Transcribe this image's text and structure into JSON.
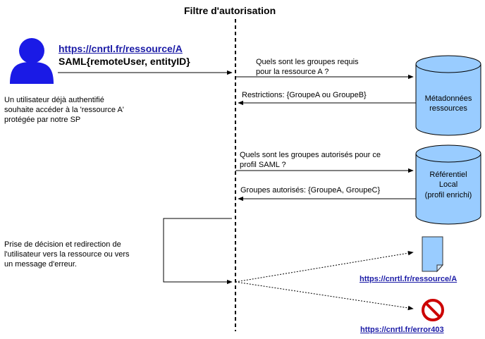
{
  "header": {
    "title": "Filtre d'autorisation"
  },
  "user": {
    "url": "https://cnrtl.fr/ressource/A",
    "saml": "SAML{remoteUser, entityID}",
    "description": [
      "Un utilisateur déjà authentifié",
      "souhaite accéder à la 'ressource A'",
      "protégée par notre SP"
    ]
  },
  "messages": {
    "q1": [
      "Quels sont les groupes requis",
      "pour la ressource A ?"
    ],
    "r1": "Restrictions: {GroupeA ou GroupeB}",
    "q2": [
      "Quels sont les groupes autorisés pour ce",
      "profil SAML ?"
    ],
    "r2": "Groupes autorisés: {GroupeA, GroupeC}"
  },
  "databases": {
    "meta": [
      "Métadonnées",
      "ressources"
    ],
    "local": [
      "Référentiel",
      "Local",
      "(profil enrichi)"
    ]
  },
  "decision": {
    "lines": [
      "Prise de décision et redirection de",
      "l'utilisateur vers la ressource ou vers",
      "un message d'erreur."
    ]
  },
  "outcomes": {
    "resource_url": "https://cnrtl.fr/ressource/A",
    "error_url": "https://cnrtl.fr/error403"
  },
  "colors": {
    "actor": "#1a1ae6",
    "database": "#99ccff",
    "document": "#99ccff",
    "forbidden": "#cc0000",
    "link": "#1a1aa6"
  }
}
